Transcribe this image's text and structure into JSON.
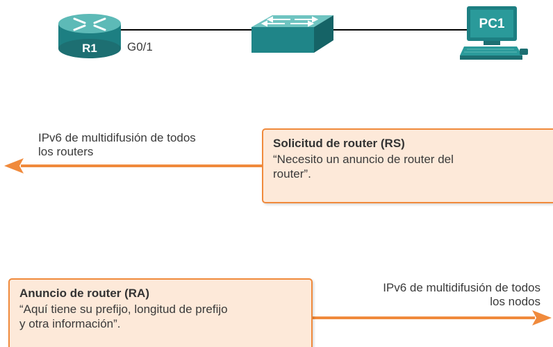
{
  "topology": {
    "router": {
      "label": "R1",
      "interface": "G0/1"
    },
    "switch": {
      "label": ""
    },
    "pc": {
      "label": "PC1"
    },
    "colors": {
      "device_teal": "#2a9a9a",
      "device_teal_dark": "#1d6f72",
      "device_teal_light": "#6fc4c1",
      "link": "#000000"
    }
  },
  "router_solicitation": {
    "address": "IPv6 de multidifusión de todos\nlos routers",
    "title": "Solicitud de router (RS)",
    "text": "“Necesito un anuncio de router del\nrouter”.",
    "arrow_direction": "left"
  },
  "router_advertisement": {
    "address": "IPv6 de multidifusión de todos\nlos nodos",
    "title": "Anuncio de router (RA)",
    "text": "“Aquí tiene su prefijo, longitud de prefijo\ny otra información”.",
    "arrow_direction": "right"
  },
  "colors": {
    "arrow": "#f08a3c",
    "box_fill": "#fde9d9",
    "box_border": "#f08a3c"
  }
}
